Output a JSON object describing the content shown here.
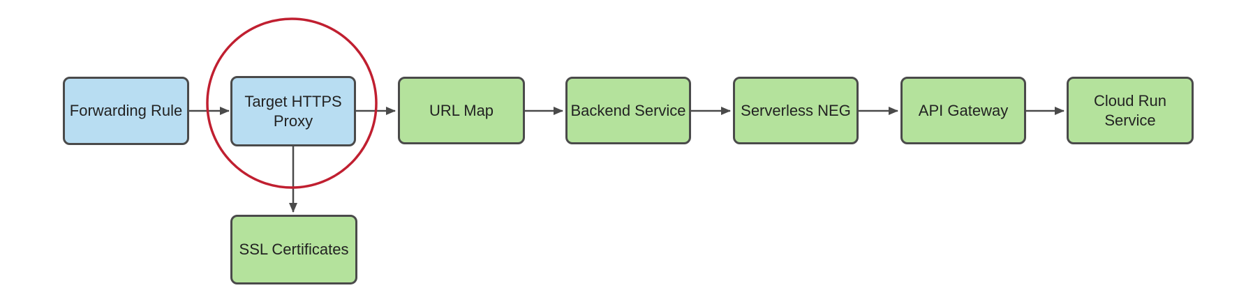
{
  "diagram": {
    "nodes": [
      {
        "id": "forwarding-rule",
        "label": "Forwarding Rule",
        "fill": "blue"
      },
      {
        "id": "target-https-proxy",
        "label": "Target HTTPS Proxy",
        "fill": "blue",
        "annotated": true
      },
      {
        "id": "url-map",
        "label": "URL Map",
        "fill": "green"
      },
      {
        "id": "backend-service",
        "label": "Backend Service",
        "fill": "green"
      },
      {
        "id": "serverless-neg",
        "label": "Serverless NEG",
        "fill": "green"
      },
      {
        "id": "api-gateway",
        "label": "API Gateway",
        "fill": "green"
      },
      {
        "id": "cloud-run-service",
        "label": "Cloud Run Service",
        "fill": "green"
      },
      {
        "id": "ssl-certificates",
        "label": "SSL Certificates",
        "fill": "green"
      }
    ],
    "edges": [
      {
        "from": "forwarding-rule",
        "to": "target-https-proxy",
        "direction": "right"
      },
      {
        "from": "target-https-proxy",
        "to": "url-map",
        "direction": "right"
      },
      {
        "from": "url-map",
        "to": "backend-service",
        "direction": "right"
      },
      {
        "from": "backend-service",
        "to": "serverless-neg",
        "direction": "right"
      },
      {
        "from": "serverless-neg",
        "to": "api-gateway",
        "direction": "right"
      },
      {
        "from": "api-gateway",
        "to": "cloud-run-service",
        "direction": "right"
      },
      {
        "from": "target-https-proxy",
        "to": "ssl-certificates",
        "direction": "down"
      }
    ],
    "annotation": {
      "type": "circle",
      "around": "target-https-proxy"
    }
  },
  "colors": {
    "node_blue_fill": "#b8ddf2",
    "node_green_fill": "#b4e29c",
    "node_border": "#4a4a4a",
    "edge": "#4a4a4a",
    "highlight_red": "#c01f30",
    "text": "#222222",
    "background": "#ffffff"
  }
}
